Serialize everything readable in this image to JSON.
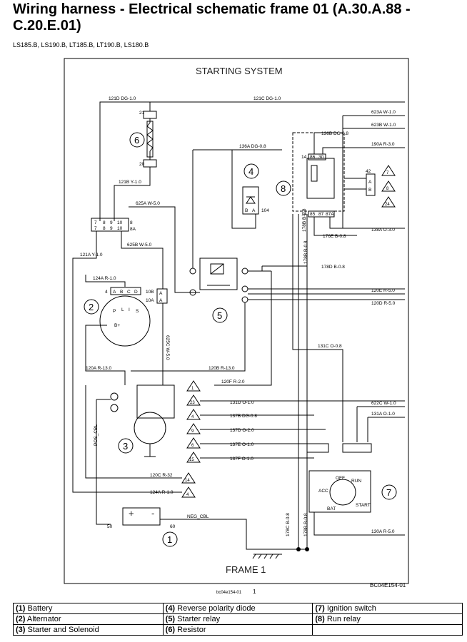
{
  "header": {
    "title": "Wiring harness - Electrical schematic frame 01 (A.30.A.88 - C.20.E.01)",
    "models": "LS185.B, LS190.B, LT185.B, LT190.B, LS180.B"
  },
  "diagram": {
    "heading": "STARTING SYSTEM",
    "footer": "FRAME 1",
    "ref_code": "BC04E154-01",
    "caption": "bc04e154-01",
    "caption_num": "1",
    "components": {
      "c1": "1",
      "c2": "2",
      "c3": "3",
      "c4": "4",
      "c5": "5",
      "c6": "6",
      "c7": "7",
      "c8": "8"
    },
    "wires": {
      "w121D": "121D DG-1.0",
      "w121C": "121C DG-1.0",
      "w623A": "623A W-1.0",
      "w623B": "623B W-1.0",
      "w136B": "136B DG-0.8",
      "w136A": "136A DG-0.8",
      "w190A": "190A R-3.0",
      "w121B": "121B Y-1.0",
      "w625A": "625A W-5.0",
      "w625B": "625B W-5.0",
      "w121A": "121A Y-1.0",
      "w124A": "124A R-1.0",
      "w176E": "176E B-0.8",
      "w138A": "138A O-3.0",
      "w178D": "178D B-0.8",
      "w120E": "120E R-5.0",
      "w120D": "120D R-5.0",
      "w625C": "625C W-5.0",
      "w131C": "131C O-0.8",
      "w120A": "120A R-13.0",
      "w120B": "120B R-13.0",
      "w120F": "120F R-2.0",
      "w131D": "131D O-1.0",
      "w137B": "137B DG-0.8",
      "w137D": "137D O-2.0",
      "w137E": "137E O-1.0",
      "w137F": "137F O-1.0",
      "w622C": "622C W-1.0",
      "w131A": "131A O-1.0",
      "w120C": "120C R-32",
      "w124A2": "124A R-1.0",
      "w130A": "130A R-5.0",
      "w178C": "178C B-0.8",
      "w178B": "178B B-0.8",
      "w178Bv": "178B B-0.8",
      "w178Bv2": "178B B-0.8",
      "neg": "NEG_CBL",
      "pos": "POS_CBL"
    },
    "pins": {
      "p21": "21",
      "p20": "20",
      "p8": "8",
      "p8A": "8A",
      "p10B": "10B",
      "p10A": "10A",
      "p104": "104",
      "p42": "42",
      "p14": "14",
      "p86": "86",
      "p30": "30",
      "p85": "85",
      "p87": "87",
      "p87A": "87A",
      "p50": "50",
      "p60": "60",
      "pB": "B",
      "pA": "A",
      "r7": "7",
      "r8": "8",
      "r9": "9",
      "r10": "10"
    },
    "triangles": {
      "t7": "7",
      "t8": "8",
      "t24": "24",
      "t1": "1",
      "t23": "23",
      "t4": "4",
      "t9": "9",
      "t6": "6",
      "t15": "15",
      "t14": "14",
      "t4b": "4"
    },
    "alt": {
      "s4": "4",
      "A": "A",
      "B": "B",
      "C": "C",
      "D": "D",
      "P": "P",
      "L": "L",
      "I": "I",
      "S": "S",
      "bplus": "B+"
    },
    "battery": {
      "plus": "+",
      "minus": "-"
    },
    "ign": {
      "off": "OFF",
      "run": "RUN",
      "acc": "ACC",
      "bat": "BAT",
      "start": "START"
    }
  },
  "legend": [
    [
      {
        "n": "(1)",
        "t": " Battery"
      },
      {
        "n": "(4)",
        "t": " Reverse polarity diode"
      },
      {
        "n": "(7)",
        "t": " Ignition switch"
      }
    ],
    [
      {
        "n": "(2)",
        "t": " Alternator"
      },
      {
        "n": "(5)",
        "t": " Starter relay"
      },
      {
        "n": "(8)",
        "t": " Run relay"
      }
    ],
    [
      {
        "n": "(3)",
        "t": " Starter and Solenoid"
      },
      {
        "n": "(6)",
        "t": " Resistor"
      },
      {
        "n": "",
        "t": ""
      }
    ]
  ]
}
